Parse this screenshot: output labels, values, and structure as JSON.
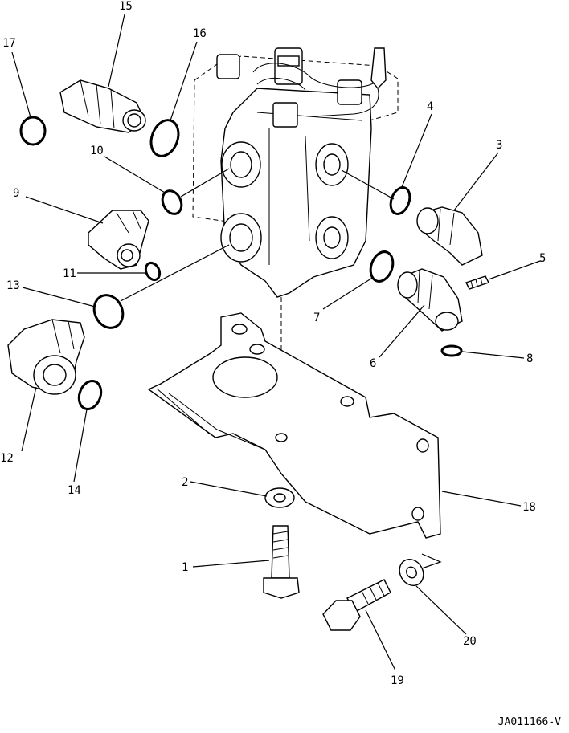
{
  "labels": {
    "l1": "1",
    "l2": "2",
    "l3": "3",
    "l4": "4",
    "l5": "5",
    "l6": "6",
    "l7": "7",
    "l8": "8",
    "l9": "9",
    "l10": "10",
    "l11": "11",
    "l12": "12",
    "l13": "13",
    "l14": "14",
    "l15": "15",
    "l16": "16",
    "l17": "17",
    "l18": "18",
    "l19": "19",
    "l20": "20"
  },
  "drawing_code": "JA011166-V"
}
